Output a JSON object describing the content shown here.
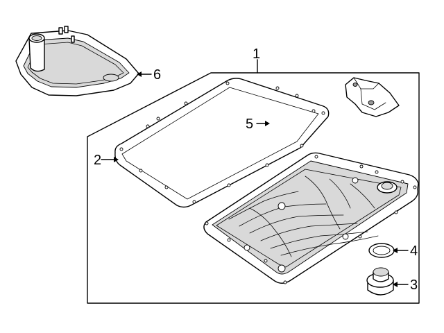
{
  "diagram": {
    "callouts": [
      {
        "id": "1",
        "label": "1"
      },
      {
        "id": "2",
        "label": "2"
      },
      {
        "id": "3",
        "label": "3"
      },
      {
        "id": "4",
        "label": "4"
      },
      {
        "id": "5",
        "label": "5"
      },
      {
        "id": "6",
        "label": "6"
      }
    ],
    "parts": [
      {
        "id": "1",
        "name": "transmission-oil-pan-assembly"
      },
      {
        "id": "2",
        "name": "pan-gasket"
      },
      {
        "id": "3",
        "name": "drain-plug"
      },
      {
        "id": "4",
        "name": "drain-plug-seal"
      },
      {
        "id": "5",
        "name": "grommet"
      },
      {
        "id": "6",
        "name": "filter"
      }
    ]
  }
}
